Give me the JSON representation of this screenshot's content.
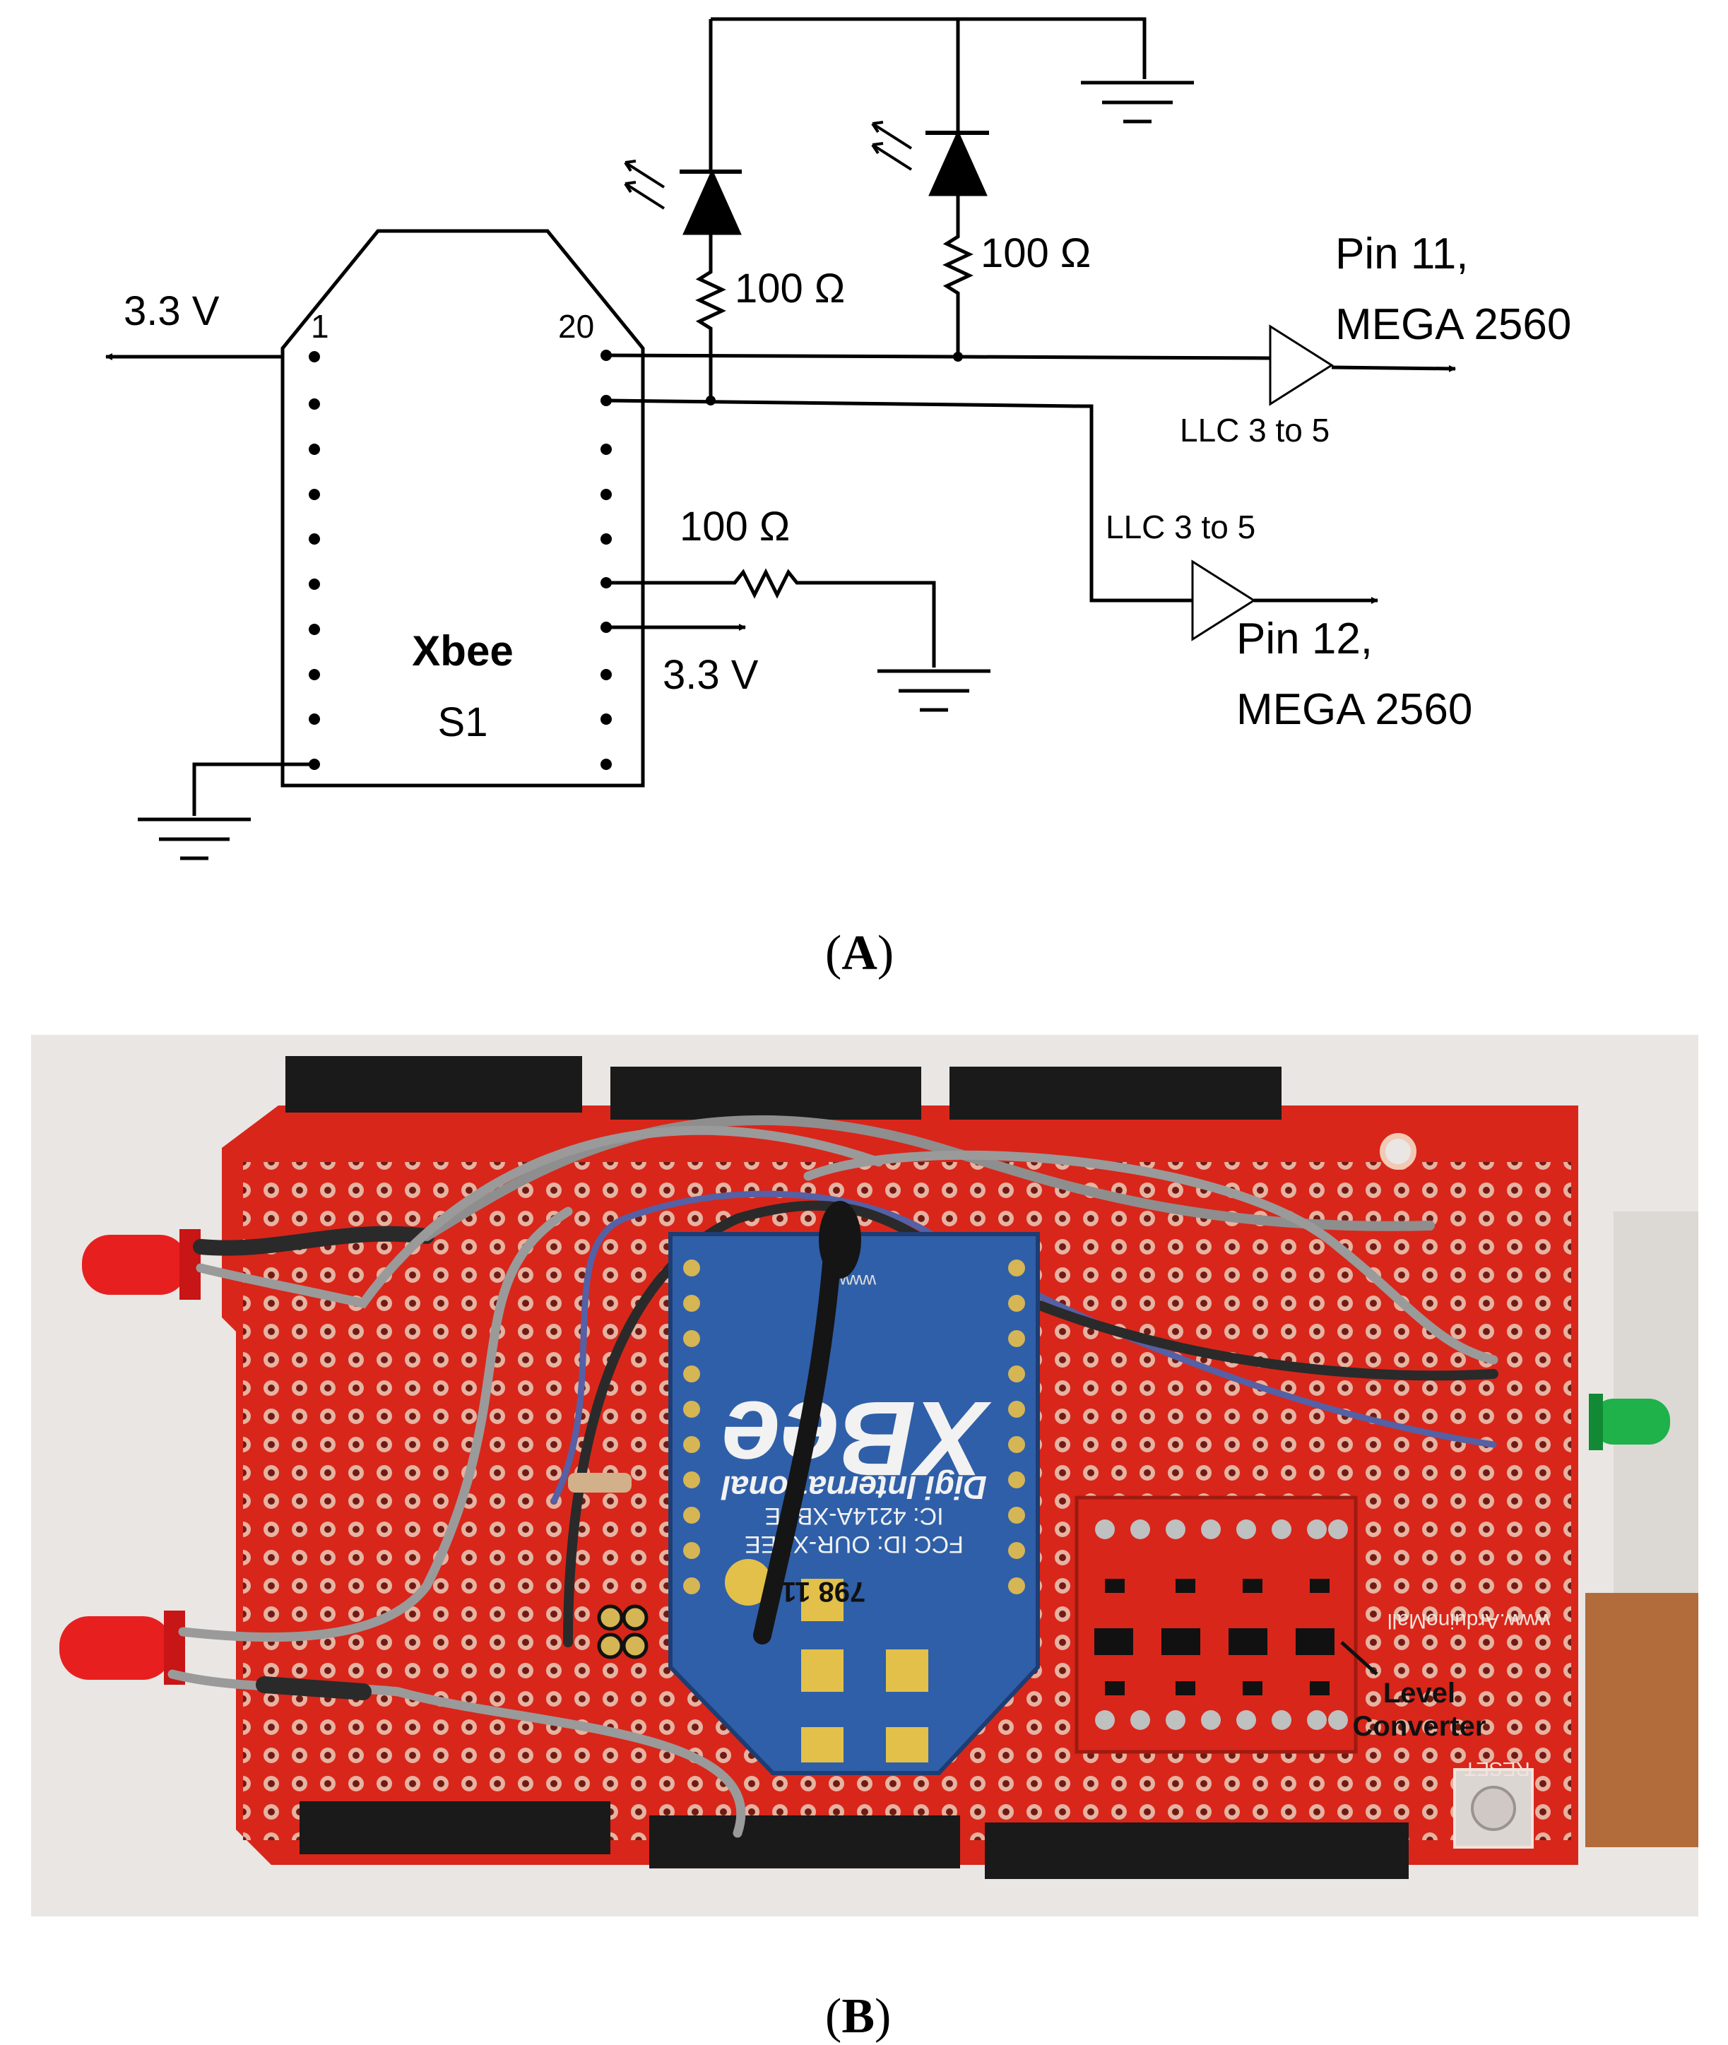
{
  "schematic": {
    "module_name": "Xbee",
    "module_model": "S1",
    "pin_first": "1",
    "pin_last": "20",
    "supply_left": "3.3 V",
    "supply_right": "3.3 V",
    "resistor_led1": "100 Ω",
    "resistor_led2": "100 Ω",
    "resistor_ground": "100 Ω",
    "llc_upper": "LLC 3 to 5",
    "llc_lower": "LLC 3 to 5",
    "out_upper_line1": "Pin 11,",
    "out_upper_line2": "MEGA 2560",
    "out_lower_line1": "Pin 12,",
    "out_lower_line2": "MEGA 2560"
  },
  "panels": {
    "a": "A",
    "b": "B"
  },
  "photo": {
    "xbee_brand": "XBee",
    "xbee_company": "Digi International",
    "xbee_url": "www.",
    "xbee_fcc": "FCC ID: OUR-XBEE",
    "xbee_ic": "IC: 4214A-XBEE",
    "xbee_code": "798 112",
    "level_converter_line1": "Level",
    "level_converter_line2": "Converter",
    "board_url": "www.ArduinoMall",
    "reset_label": "RESET",
    "colors": {
      "board": "#d9261a",
      "xbee": "#2f5fa8",
      "led_red": "#e81f1f",
      "led_green": "#1fb14a",
      "background": "#e9e6e4"
    }
  }
}
